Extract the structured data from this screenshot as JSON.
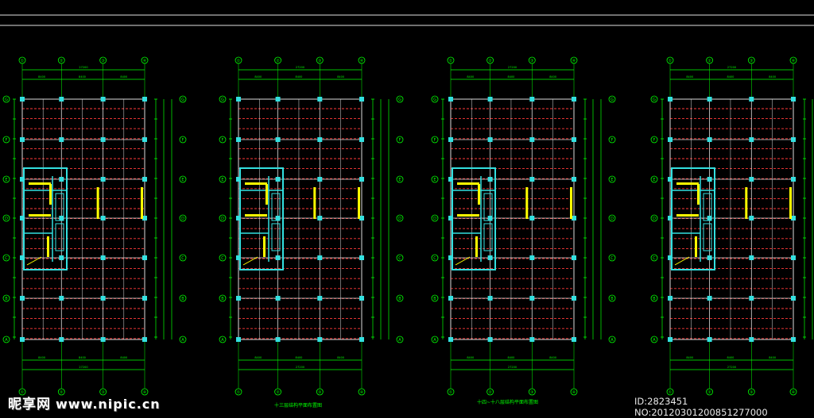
{
  "drawing": {
    "plans": [
      {
        "title": "十三层结构平面布置图"
      },
      {
        "title": "十三层结构平面布置图"
      },
      {
        "title": "十四~十八层结构平面布置图"
      },
      {
        "title": "十四~十八层结构平面布置图"
      }
    ],
    "column_axes": [
      "①",
      "②",
      "③",
      "④"
    ],
    "row_axes": [
      "G",
      "F",
      "E",
      "D",
      "C",
      "B",
      "A"
    ],
    "overall_dim": "27200",
    "bay_dim": "8400",
    "colors": {
      "background": "#000000",
      "dimension": "#00ff00",
      "beam": "#ff3a3a",
      "wall": "#33e0e0",
      "column": "#33e0e0",
      "grid": "#dddddd",
      "text": "#ffff00"
    }
  },
  "watermark": {
    "brand": "昵享网",
    "url": "www.nipic.cn",
    "id_text": "ID:2823451 NO:20120301200851277000"
  }
}
